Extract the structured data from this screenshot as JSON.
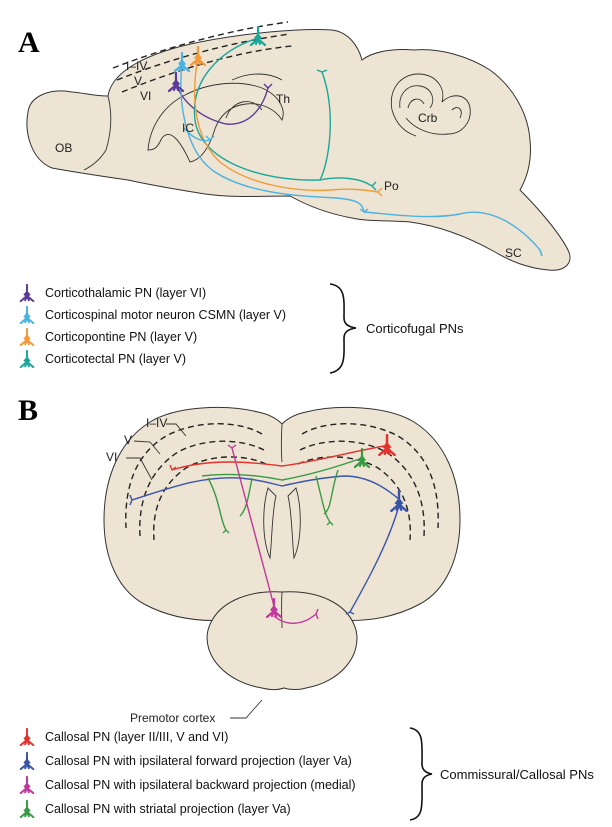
{
  "panels": [
    {
      "letter": "A",
      "regions": {
        "layers_1_4": "I–IV",
        "layer_5": "V",
        "layer_6": "VI",
        "thalamus": "Th",
        "olfactory_bulb": "OB",
        "internal_capsule": "IC",
        "cerebellum": "Crb",
        "pons": "Po",
        "spinal_cord": "SC"
      },
      "legend": [
        {
          "label": "Corticothalamic PN (layer VI)",
          "color": "#5b3a96",
          "icon": "neuron-icon"
        },
        {
          "label": "Corticospinal motor neuron CSMN (layer V)",
          "color": "#4ab2e0",
          "icon": "neuron-icon"
        },
        {
          "label": "Corticopontine PN (layer V)",
          "color": "#f29a38",
          "icon": "neuron-icon"
        },
        {
          "label": "Corticotectal PN (layer V)",
          "color": "#1aa79a",
          "icon": "neuron-icon"
        }
      ],
      "group_label": "Corticofugal PNs"
    },
    {
      "letter": "B",
      "regions": {
        "layers_1_4": "I–IV",
        "layer_5": "V",
        "layer_6": "VI",
        "premotor_cortex": "Premotor cortex"
      },
      "legend": [
        {
          "label": "Callosal PN (layer II/III, V and VI)",
          "color": "#e5322d",
          "icon": "neuron-icon"
        },
        {
          "label": "Callosal PN with ipsilateral forward projection (layer Va)",
          "color": "#3a55a8",
          "icon": "neuron-icon"
        },
        {
          "label": "Callosal PN with ipsilateral backward projection (medial)",
          "color": "#c0399a",
          "icon": "neuron-icon"
        },
        {
          "label": "Callosal PN with striatal projection (layer Va)",
          "color": "#3a9a44",
          "icon": "neuron-icon"
        }
      ],
      "group_label": "Commissural/Callosal PNs"
    }
  ]
}
